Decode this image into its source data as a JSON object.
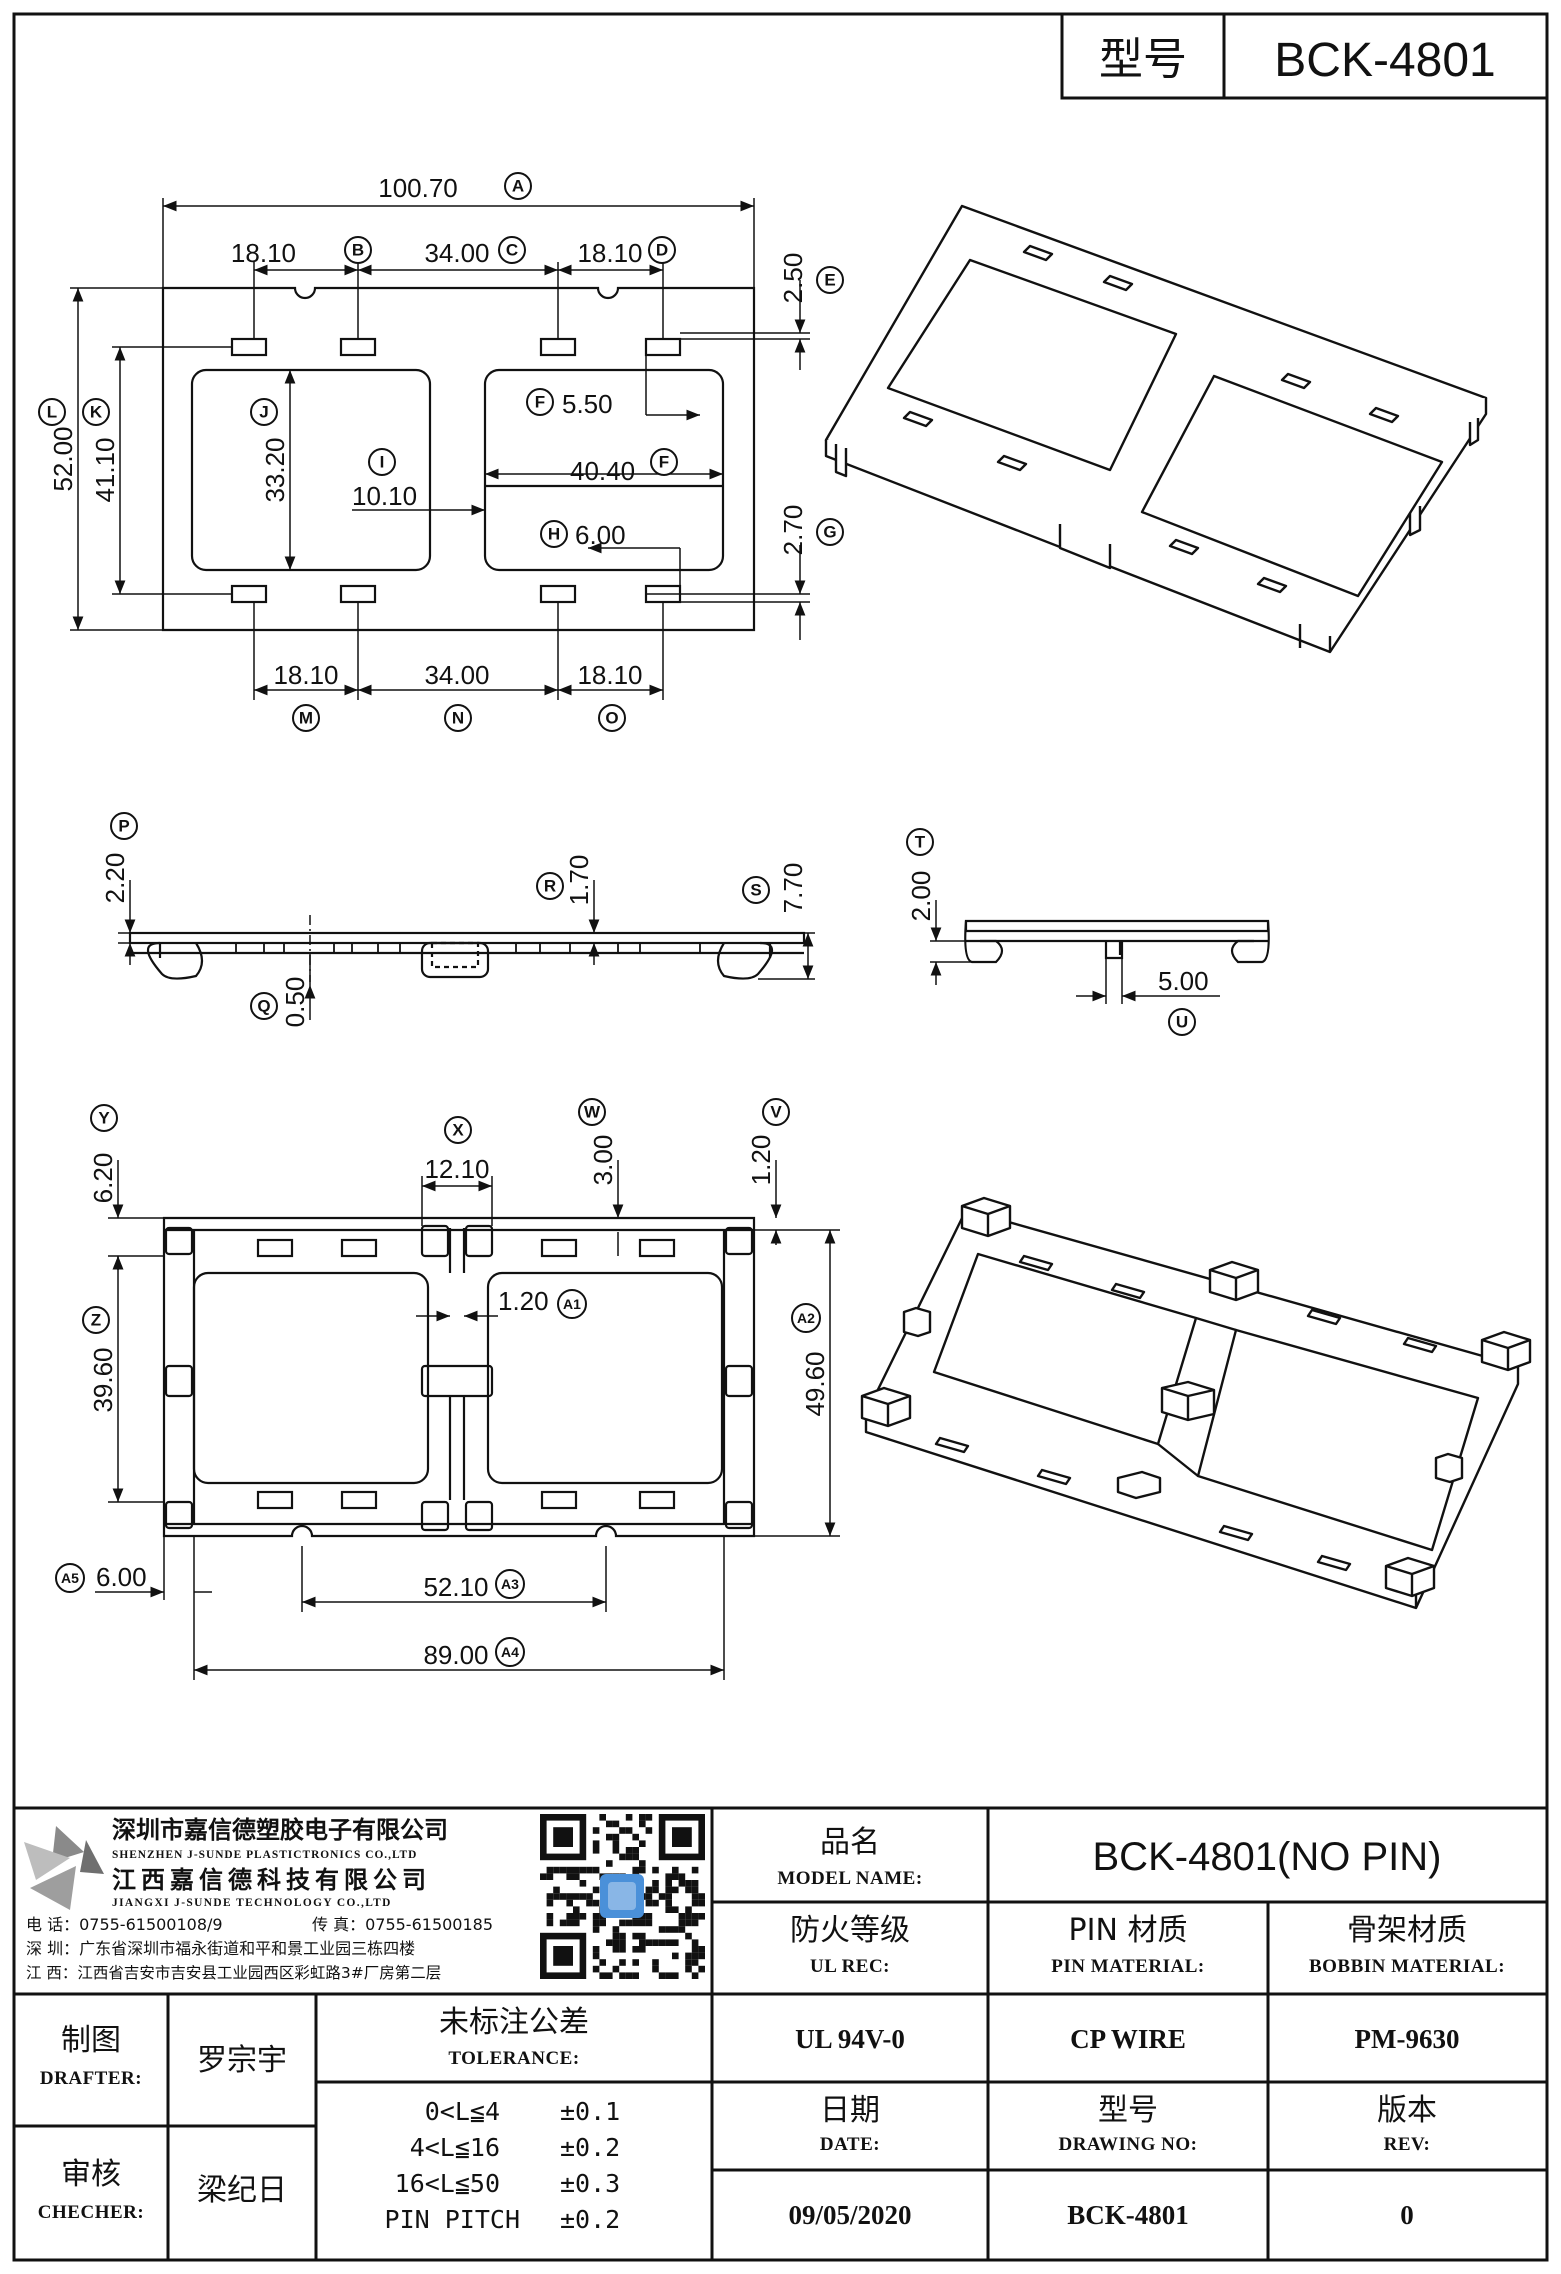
{
  "header": {
    "model_label": "型号",
    "model_value": "BCK-4801"
  },
  "top_view": {
    "dims": {
      "A": "100.70",
      "B": "18.10",
      "C": "34.00",
      "D": "18.10",
      "E": "2.50",
      "F1": "5.50",
      "F2": "40.40",
      "G": "2.70",
      "H": "6.00",
      "I": "10.10",
      "J": "33.20",
      "K": "41.10",
      "L": "52.00",
      "M": "18.10",
      "N": "34.00",
      "O": "18.10"
    }
  },
  "side_view": {
    "dims": {
      "P": "2.20",
      "Q": "0.50",
      "R": "1.70",
      "S": "7.70",
      "T": "2.00",
      "U": "5.00"
    }
  },
  "bottom_view": {
    "dims": {
      "Y": "6.20",
      "X": "12.10",
      "W": "3.00",
      "V": "1.20",
      "A1": "1.20",
      "Z": "39.60",
      "A2": "49.60",
      "A3": "52.10",
      "A4": "89.00",
      "A5": "6.00"
    }
  },
  "labels": [
    "A",
    "B",
    "C",
    "D",
    "E",
    "F",
    "G",
    "H",
    "I",
    "J",
    "K",
    "L",
    "M",
    "N",
    "O",
    "P",
    "Q",
    "R",
    "S",
    "T",
    "U",
    "V",
    "W",
    "X",
    "Y",
    "Z",
    "A1",
    "A2",
    "A3",
    "A4",
    "A5"
  ],
  "company": {
    "name_cn_1": "深圳市嘉信德塑胶电子有限公司",
    "name_en_1": "SHENZHEN J-SUNDE PLASTICTRONICS CO.,LTD",
    "name_cn_2": "江西嘉信德科技有限公司",
    "name_en_2": "JIANGXI J-SUNDE TECHNOLOGY CO.,LTD",
    "phone": "电 话：0755-61500108/9",
    "fax": "传 真：0755-61500185",
    "addr_sz": "深 圳：广东省深圳市福永街道和平和景工业园三栋四楼",
    "addr_jx": "江 西：江西省吉安市吉安县工业园西区彩虹路3#厂房第二层"
  },
  "title_block": {
    "model_name_cn": "品名",
    "model_name_en": "MODEL NAME:",
    "model_name_value": "BCK-4801(NO PIN)",
    "ul_cn": "防火等级",
    "ul_en": "UL REC:",
    "ul_value": "UL 94V-0",
    "pin_cn": "PIN 材质",
    "pin_en": "PIN MATERIAL:",
    "pin_value": "CP WIRE",
    "bobbin_cn": "骨架材质",
    "bobbin_en": "BOBBIN MATERIAL:",
    "bobbin_value": "PM-9630",
    "drafter_cn": "制图",
    "drafter_en": "DRAFTER:",
    "drafter_value": "罗宗宇",
    "checker_cn": "审核",
    "checker_en": "CHECHER:",
    "checker_value": "梁纪日",
    "tolerance_cn": "未标注公差",
    "tolerance_en": "TOLERANCE:",
    "tolerances": [
      {
        "range": "0<L≦4",
        "value": "±0.1"
      },
      {
        "range": "4<L≦16",
        "value": "±0.2"
      },
      {
        "range": "16<L≦50",
        "value": "±0.3"
      },
      {
        "range": "PIN PITCH",
        "value": "±0.2"
      }
    ],
    "date_cn": "日期",
    "date_en": "DATE:",
    "date_value": "09/05/2020",
    "drawing_cn": "型号",
    "drawing_en": "DRAWING NO:",
    "drawing_value": "BCK-4801",
    "rev_cn": "版本",
    "rev_en": "REV:",
    "rev_value": "0"
  }
}
